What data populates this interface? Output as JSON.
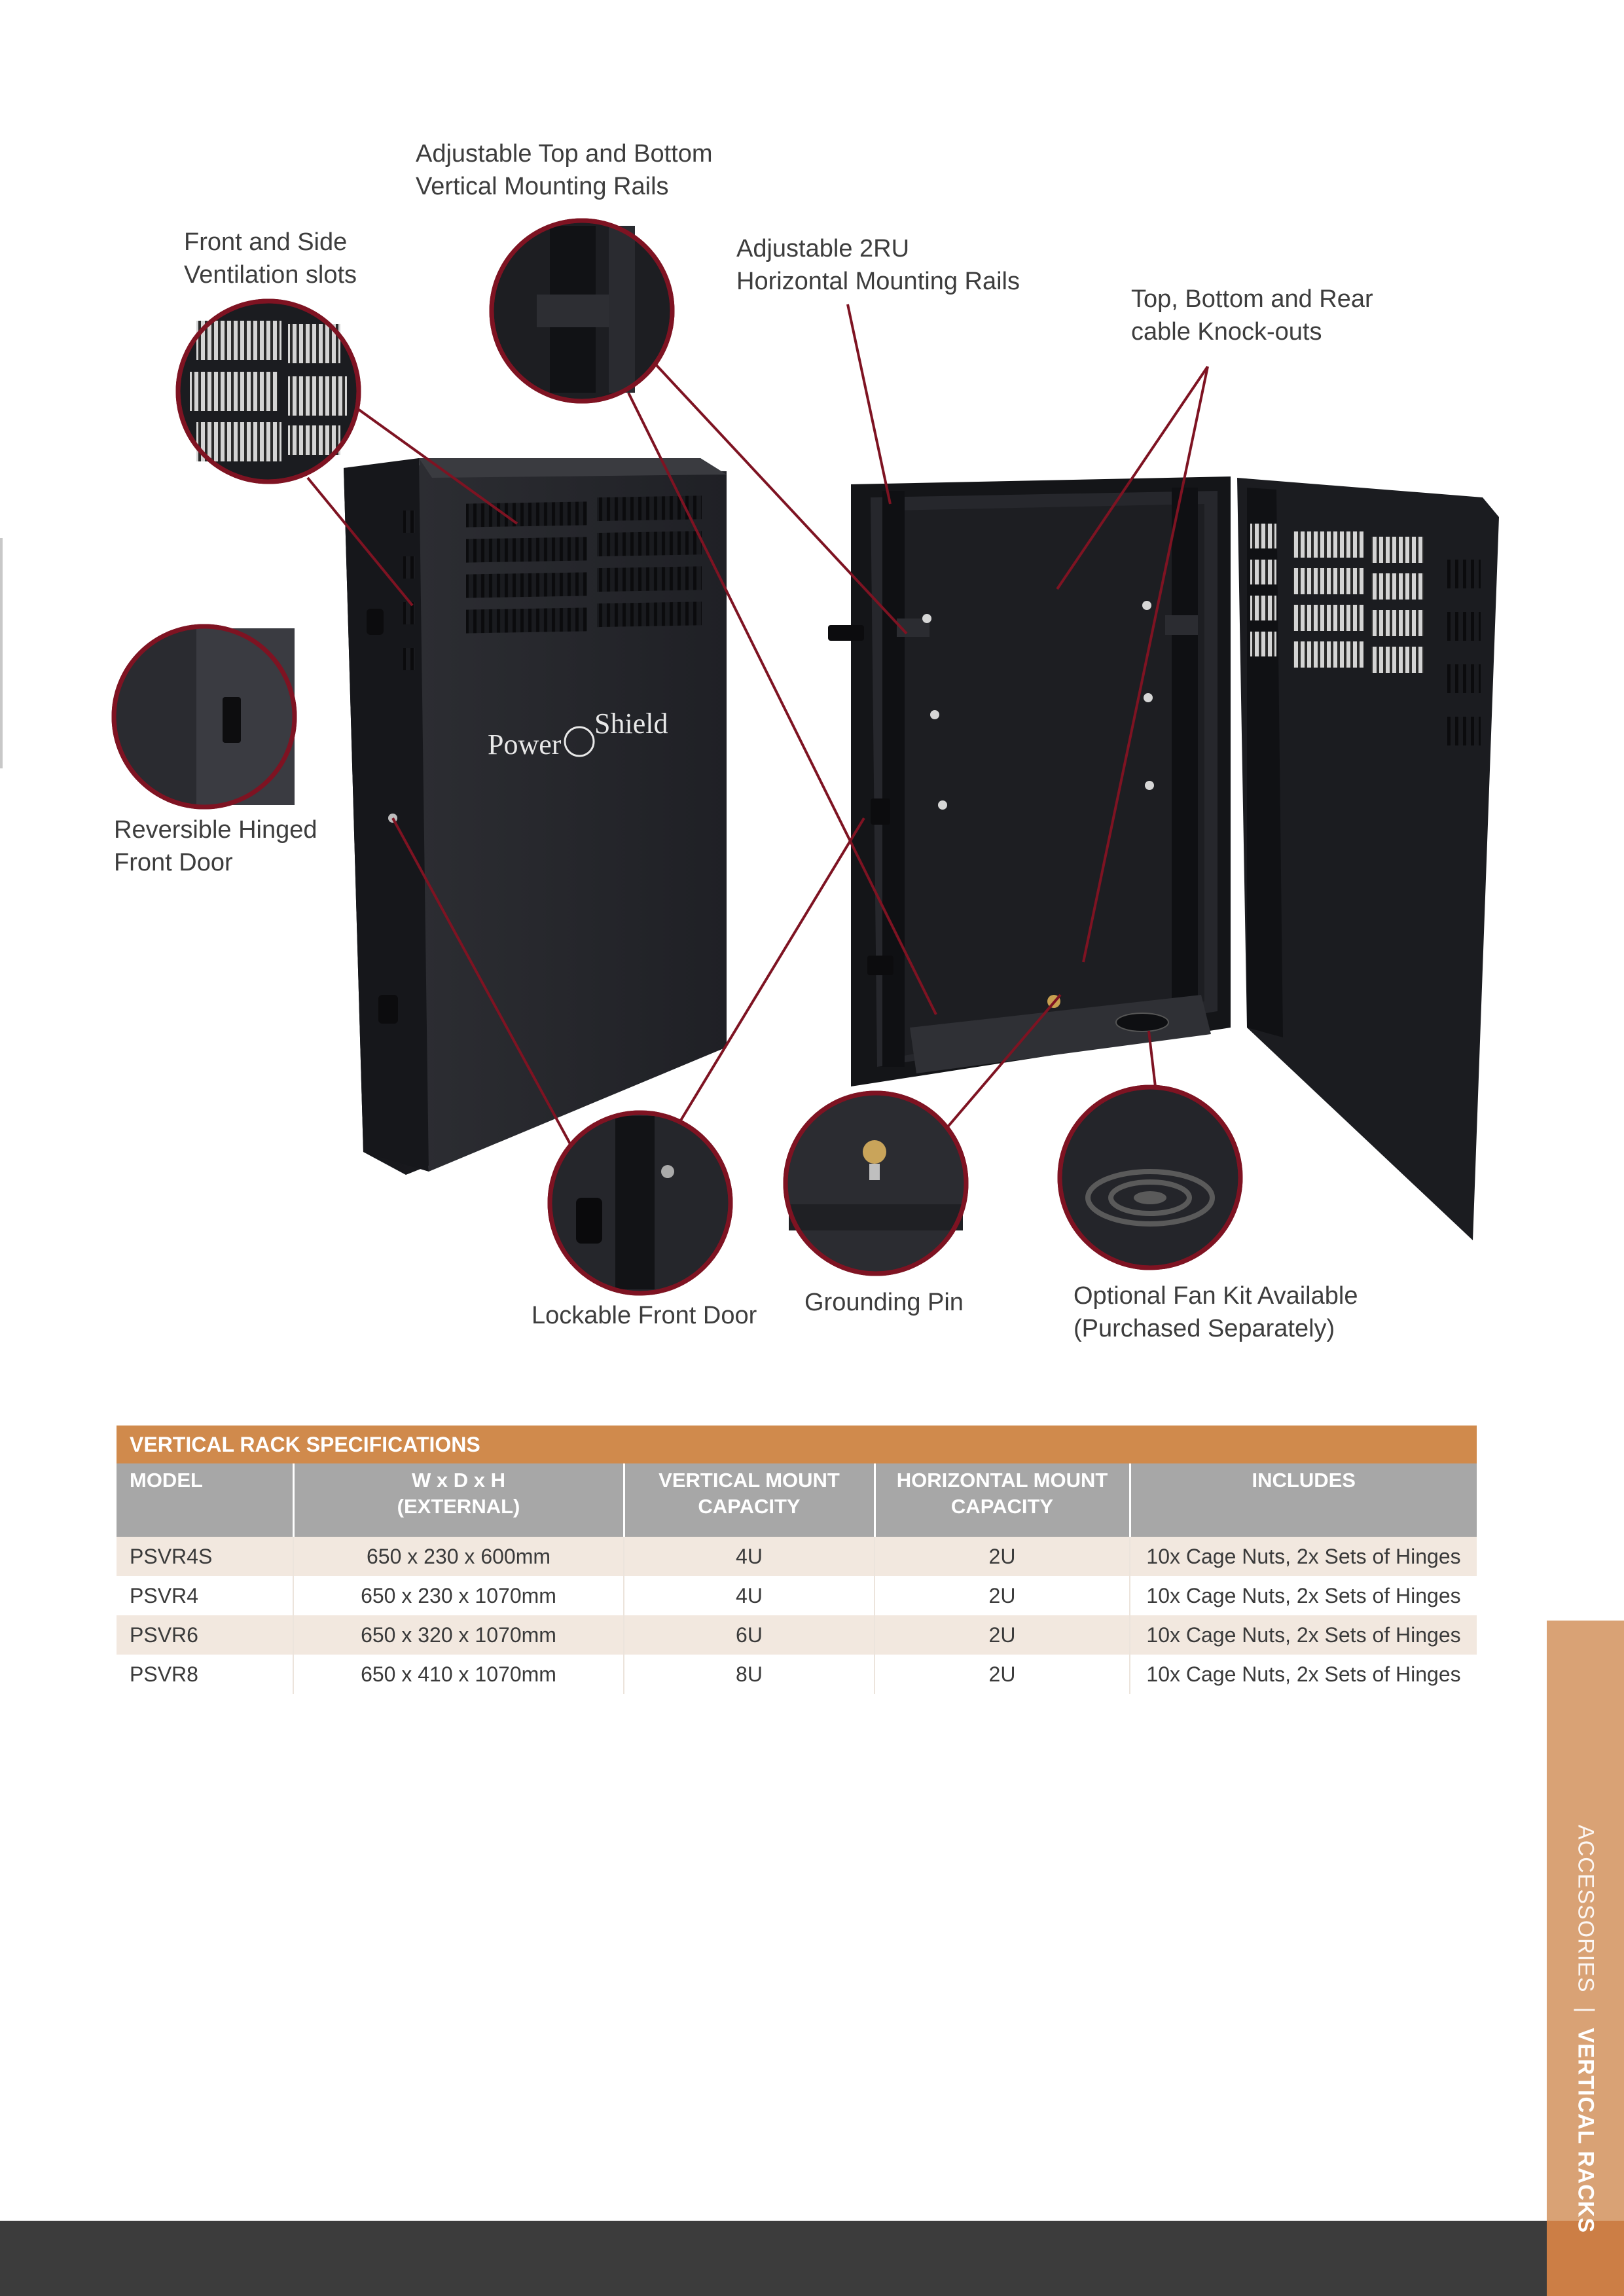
{
  "callouts": {
    "vertical_rails": [
      "Adjustable Top and Bottom",
      "Vertical Mounting Rails"
    ],
    "ventilation": [
      "Front and Side",
      "Ventilation slots"
    ],
    "horizontal_rails": [
      "Adjustable 2RU",
      "Horizontal Mounting Rails"
    ],
    "knockouts": [
      "Top, Bottom and Rear",
      "cable Knock-outs"
    ],
    "hinged_door": [
      "Reversible Hinged",
      "Front Door"
    ],
    "lockable_door": "Lockable Front Door",
    "grounding_pin": "Grounding Pin",
    "fan_kit": [
      "Optional Fan Kit Available",
      "(Purchased Separately)"
    ]
  },
  "brand": {
    "logo_text": "PowerShield",
    "accent": "#7e1322"
  },
  "table": {
    "title": "VERTICAL RACK SPECIFICATIONS",
    "headers": [
      [
        "MODEL"
      ],
      [
        "W x D x H",
        "(EXTERNAL)"
      ],
      [
        "VERTICAL MOUNT",
        "CAPACITY"
      ],
      [
        "HORIZONTAL MOUNT",
        "CAPACITY"
      ],
      [
        "INCLUDES"
      ]
    ],
    "rows": [
      [
        "PSVR4S",
        "650 x 230 x 600mm",
        "4U",
        "2U",
        "10x Cage Nuts, 2x Sets of Hinges"
      ],
      [
        "PSVR4",
        "650 x 230 x 1070mm",
        "4U",
        "2U",
        "10x Cage Nuts, 2x Sets of Hinges"
      ],
      [
        "PSVR6",
        "650 x 320 x 1070mm",
        "6U",
        "2U",
        "10x Cage Nuts, 2x Sets of Hinges"
      ],
      [
        "PSVR8",
        "650 x 410 x 1070mm",
        "8U",
        "2U",
        "10x Cage Nuts, 2x Sets of Hinges"
      ]
    ],
    "colors": {
      "title_bg": "#d08a4c",
      "header_bg": "#a7a7a7",
      "stripe_bg": "#f2e8df"
    }
  },
  "side_tab": {
    "section": "ACCESSORIES",
    "separator": "|",
    "page_topic": "VERTICAL RACKS"
  }
}
